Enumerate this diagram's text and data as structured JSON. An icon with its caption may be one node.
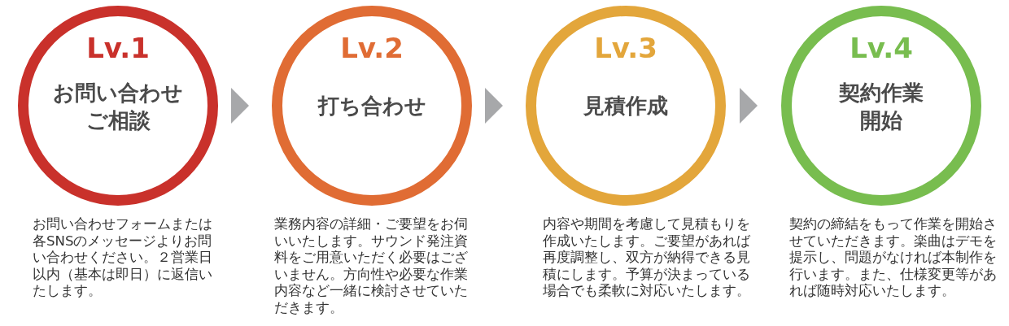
{
  "diagram": {
    "nodes": [
      {
        "text": [
          "Lv.1",
          "お問い合わせご相談"
        ],
        "beside": [
          "お問い合わせフォームまたは各SNSのメッセージよりお問い合わせください。２営業日以内（基本は即日）に返信いたします。"
        ]
      },
      {
        "text": [
          "Lv.2",
          "打ち合わせ"
        ],
        "beside": [
          "業務内容の詳細・ご要望をお伺いいたします。サウンド発注資料をご用意いただく必要はございません。方向性や必要な作業内容など一緒に検討させていただきます。"
        ]
      },
      {
        "text": [
          "Lv.3",
          "見積作成"
        ],
        "beside": [
          "内容や期間を考慮して見積もりを作成いたします。ご要望があれば再度調整し、双方が納得できる見積にします。予算が決まっている場合でも柔軟に対応いたします。"
        ]
      },
      {
        "text": [
          "Lv.4",
          "契約作業開始"
        ],
        "beside": [
          "契約の締結をもって作業を開始させていただきます。楽曲はデモを提示し、問題がなければ本制作を行います。また、仕様変更等があれば随時対応いたします。"
        ]
      }
    ],
    "edges": [
      {
        "from": 0,
        "to": 1,
        "arrow": "to"
      },
      {
        "from": 1,
        "to": 2,
        "arrow": "to"
      },
      {
        "from": 2,
        "to": 3,
        "arrow": "to"
      }
    ]
  }
}
